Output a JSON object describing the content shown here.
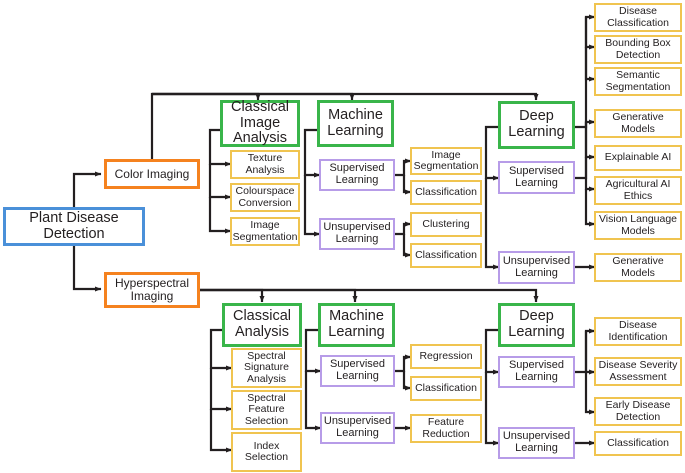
{
  "diagram": {
    "title": "Plant Disease Detection taxonomy",
    "colors": {
      "root_border": "#4a90d9",
      "source_border": "#f5821f",
      "method_border": "#39b54a",
      "ml_border": "#b79ce8",
      "leaf_border": "#f0c450",
      "connector": "#231f20",
      "background": "#ffffff"
    },
    "root": {
      "label": "Plant Disease Detection"
    },
    "sources": [
      {
        "id": "color",
        "label": "Color Imaging"
      },
      {
        "id": "hyperspectral",
        "label": "Hyperspectral Imaging"
      }
    ],
    "color_branch": {
      "classical": {
        "label": "Classical Image Analysis",
        "children": [
          {
            "label": "Texture Analysis"
          },
          {
            "label": "Colourspace Conversion"
          },
          {
            "label": "Image Segmentation"
          }
        ]
      },
      "machine_learning": {
        "label": "Machine Learning",
        "supervised": {
          "label": "Supervised Learning",
          "children": [
            {
              "label": "Image Segmentation"
            },
            {
              "label": "Classification"
            }
          ]
        },
        "unsupervised": {
          "label": "Unsupervised Learning",
          "children": [
            {
              "label": "Clustering"
            },
            {
              "label": "Classification"
            }
          ]
        }
      },
      "deep_learning": {
        "label": "Deep Learning",
        "direct_children": [
          {
            "label": "Disease Classification"
          },
          {
            "label": "Bounding Box Detection"
          },
          {
            "label": "Semantic Segmentation"
          }
        ],
        "supervised": {
          "label": "Supervised Learning",
          "children": [
            {
              "label": "Generative Models"
            },
            {
              "label": "Explainable AI"
            },
            {
              "label": "Agricultural AI Ethics"
            },
            {
              "label": "Vision Language Models"
            }
          ]
        },
        "unsupervised": {
          "label": "Unsupervised Learning",
          "children": [
            {
              "label": "Generative Models"
            }
          ]
        }
      }
    },
    "hyperspectral_branch": {
      "classical": {
        "label": "Classical Analysis",
        "children": [
          {
            "label": "Spectral Signature Analysis"
          },
          {
            "label": "Spectral Feature Selection"
          },
          {
            "label": "Index Selection"
          }
        ]
      },
      "machine_learning": {
        "label": "Machine Learning",
        "supervised": {
          "label": "Supervised Learning",
          "children": [
            {
              "label": "Regression"
            },
            {
              "label": "Classification"
            }
          ]
        },
        "unsupervised": {
          "label": "Unsupervised Learning",
          "children": [
            {
              "label": "Feature Reduction"
            }
          ]
        }
      },
      "deep_learning": {
        "label": "Deep Learning",
        "supervised": {
          "label": "Supervised Learning",
          "children": [
            {
              "label": "Disease Identification"
            },
            {
              "label": "Disease Severity Assessment"
            },
            {
              "label": "Early Disease Detection"
            }
          ]
        },
        "unsupervised": {
          "label": "Unsupervised Learning",
          "children": [
            {
              "label": "Classification"
            }
          ]
        }
      }
    }
  }
}
